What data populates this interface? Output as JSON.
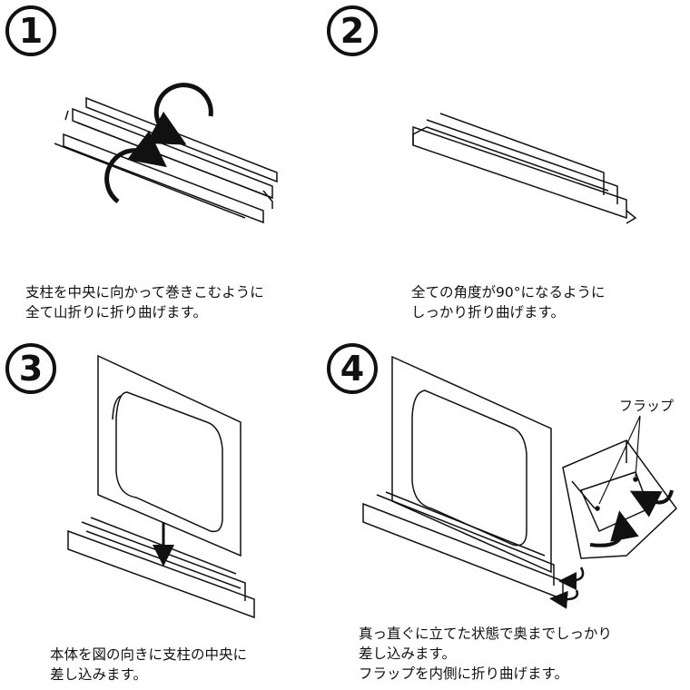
{
  "steps": [
    {
      "number": "1",
      "lines": [
        "支柱を中央に向かって巻きこむように",
        "全て山折りに折り曲げます。"
      ]
    },
    {
      "number": "2",
      "lines": [
        "全ての角度が90°になるように",
        "しっかり折り曲げます。"
      ]
    },
    {
      "number": "3",
      "lines": [
        "本体を図の向きに支柱の中央に",
        "差し込みます。"
      ]
    },
    {
      "number": "4",
      "lines": [
        "真っ直ぐに立てた状態で奥までしっかり",
        "差し込みます。",
        "フラップを内側に折り曲げます。"
      ]
    }
  ],
  "flap_label": "フラップ"
}
